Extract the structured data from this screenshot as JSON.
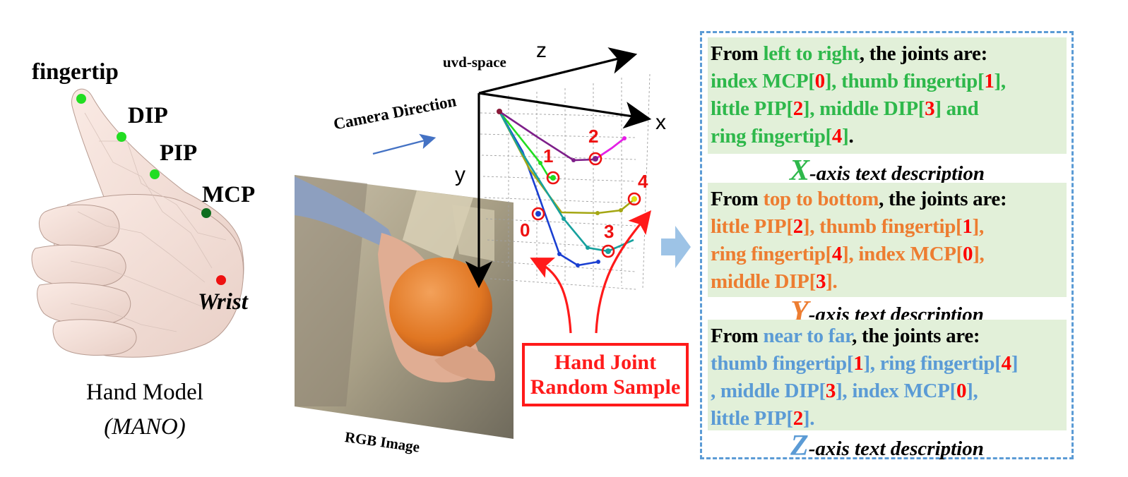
{
  "hand_model": {
    "labels": {
      "fingertip": "fingertip",
      "dip": "DIP",
      "pip": "PIP",
      "mcp": "MCP",
      "wrist": "Wrist"
    },
    "caption_line1": "Hand Model",
    "caption_line2": "(MANO)",
    "joint_colors": {
      "fingertip": "#22dd22",
      "dip": "#22dd22",
      "pip": "#22dd22",
      "mcp": "#0f6e1f",
      "wrist": "#ee1111"
    }
  },
  "middle": {
    "uvd_space": "uvd-space",
    "camera_direction": "Camera Direction",
    "axes": {
      "z": "z",
      "x": "x",
      "y": "y"
    },
    "joint_numbers": [
      "0",
      "1",
      "2",
      "3",
      "4"
    ],
    "rgb_image": "RGB Image",
    "sample_box": {
      "line1": "Hand Joint",
      "line2": "Random Sample"
    },
    "colors": {
      "annotation": "#ff1a1a",
      "camera_arrow": "#4472c4"
    }
  },
  "panel": {
    "x": {
      "intro_pre": "From ",
      "intro_dir": "left to right",
      "intro_post": ", the joints are:",
      "j1": "index MCP[",
      "n1": "0",
      "j1e": "], thumb fingertip[",
      "n2": "1",
      "j2e": "],",
      "j3": "little PIP[",
      "n3": "2",
      "j3e": "], middle DIP[",
      "n4": "3",
      "j4e": "] and",
      "j5": "ring fingertip[",
      "n5": "4",
      "j5e": "]",
      "end": ".",
      "axis_letter": "X",
      "axis_rest": "-axis text description"
    },
    "y": {
      "intro_pre": "From ",
      "intro_dir": "top to bottom",
      "intro_post": ", the joints are:",
      "j1": "little PIP[",
      "n1": "2",
      "j1e": "], thumb fingertip[",
      "n2": "1",
      "j2e": "],",
      "j3": "ring fingertip[",
      "n3": "4",
      "j3e": "], index MCP[",
      "n4": "0",
      "j4e": "],",
      "j5": "middle DIP[",
      "n5": "3",
      "j5e": "].",
      "axis_letter": "Y",
      "axis_rest": "-axis text description"
    },
    "z": {
      "intro_pre": "From ",
      "intro_dir": "near to far",
      "intro_post": ", the joints are:",
      "j1": "thumb fingertip[",
      "n1": "1",
      "j1e": "], ring fingertip[",
      "n2": "4",
      "j2e": "]",
      "j3": ", middle DIP[",
      "n3": "3",
      "j3e": "], index MCP[",
      "n4": "0",
      "j4e": "],",
      "j5": "little PIP[",
      "n5": "2",
      "j5e": "].",
      "axis_letter": "Z",
      "axis_rest": "-axis text description"
    },
    "colors": {
      "x_text": "#2eb84b",
      "y_text": "#ed7d31",
      "z_text": "#5b9bd5",
      "index_number": "#ff0000",
      "box_fill": "#e2f0d9",
      "border": "#5b9bd5"
    }
  }
}
